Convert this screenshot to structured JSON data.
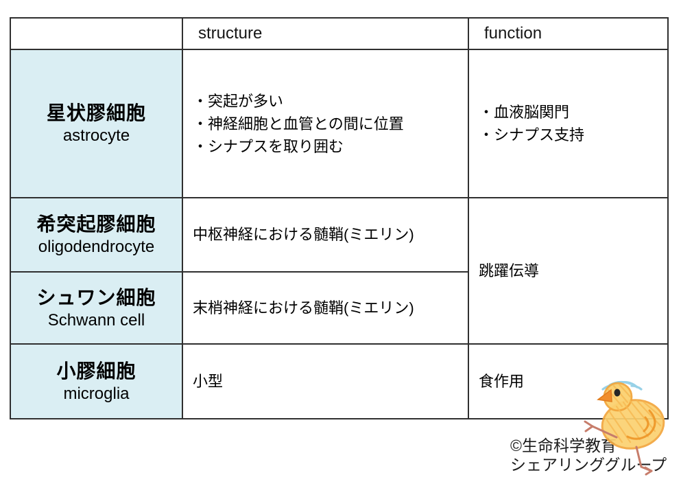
{
  "table": {
    "headers": [
      "",
      "structure",
      "function"
    ],
    "rows": [
      {
        "name_jp": "星状膠細胞",
        "name_en": "astrocyte",
        "structure_lines": [
          "・突起が多い",
          "・神経細胞と血管との間に位置",
          "・シナプスを取り囲む"
        ],
        "function_lines": [
          "・血液脳関門",
          "・シナプス支持"
        ]
      },
      {
        "name_jp": "希突起膠細胞",
        "name_en": "oligodendrocyte",
        "structure": "中枢神経における髄鞘(ミエリン)"
      },
      {
        "name_jp": "シュワン細胞",
        "name_en": "Schwann cell",
        "structure": "末梢神経における髄鞘(ミエリン)"
      },
      {
        "name_jp": "小膠細胞",
        "name_en": "microglia",
        "structure": "小型",
        "function": "食作用"
      }
    ],
    "merged_function": "跳躍伝導"
  },
  "credit": {
    "line1": "©生命科学教育",
    "line2": "シェアリンググループ"
  },
  "colors": {
    "name_column_bg": "#daeef3",
    "border": "#2f2f2f",
    "text": "#000000",
    "chick_body": "#fbd170",
    "chick_outline": "#f2a63d",
    "chick_hatch": "#f7bb55",
    "chick_wing": "#ee9526",
    "chick_beak": "#f18e2c",
    "chick_legs": "#c77d6b",
    "chick_tuft": "#92cfe6",
    "chick_eye": "#262626"
  },
  "icons": {
    "chick": "chick-crayon-drawing"
  }
}
